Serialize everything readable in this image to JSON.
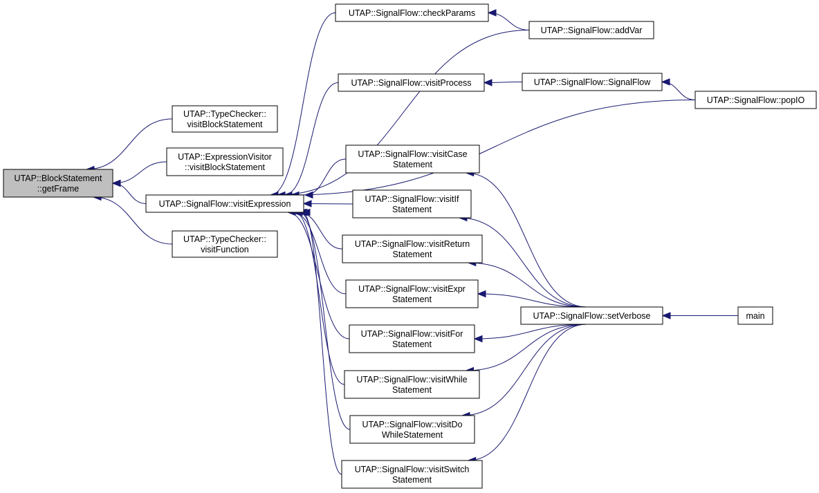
{
  "colors": {
    "edge": "#191970",
    "root_fill": "#bfbfbf",
    "node_fill": "#ffffff"
  },
  "nodes": {
    "getFrame": [
      "UTAP::BlockStatement",
      "::getFrame"
    ],
    "tcVisitBlock": [
      "UTAP::TypeChecker::",
      "visitBlockStatement"
    ],
    "evVisitBlock": [
      "UTAP::ExpressionVisitor",
      "::visitBlockStatement"
    ],
    "visitExpression": [
      "UTAP::SignalFlow::visitExpression"
    ],
    "tcVisitFunction": [
      "UTAP::TypeChecker::",
      "visitFunction"
    ],
    "checkParams": [
      "UTAP::SignalFlow::checkParams"
    ],
    "addVar": [
      "UTAP::SignalFlow::addVar"
    ],
    "visitProcess": [
      "UTAP::SignalFlow::visitProcess"
    ],
    "signalFlow": [
      "UTAP::SignalFlow::SignalFlow"
    ],
    "popIO": [
      "UTAP::SignalFlow::popIO"
    ],
    "visitCase": [
      "UTAP::SignalFlow::visitCase",
      "Statement"
    ],
    "visitIf": [
      "UTAP::SignalFlow::visitIf",
      "Statement"
    ],
    "visitReturn": [
      "UTAP::SignalFlow::visitReturn",
      "Statement"
    ],
    "visitExpr": [
      "UTAP::SignalFlow::visitExpr",
      "Statement"
    ],
    "visitFor": [
      "UTAP::SignalFlow::visitFor",
      "Statement"
    ],
    "visitWhile": [
      "UTAP::SignalFlow::visitWhile",
      "Statement"
    ],
    "visitDoWhile": [
      "UTAP::SignalFlow::visitDo",
      "WhileStatement"
    ],
    "visitSwitch": [
      "UTAP::SignalFlow::visitSwitch",
      "Statement"
    ],
    "setVerbose": [
      "UTAP::SignalFlow::setVerbose"
    ],
    "main": [
      "main"
    ]
  },
  "edges": [
    [
      "tcVisitBlock",
      "getFrame"
    ],
    [
      "evVisitBlock",
      "getFrame"
    ],
    [
      "visitExpression",
      "getFrame"
    ],
    [
      "tcVisitFunction",
      "getFrame"
    ],
    [
      "checkParams",
      "visitExpression"
    ],
    [
      "addVar",
      "visitExpression"
    ],
    [
      "visitProcess",
      "visitExpression"
    ],
    [
      "popIO",
      "visitExpression"
    ],
    [
      "visitCase",
      "visitExpression"
    ],
    [
      "visitIf",
      "visitExpression"
    ],
    [
      "visitReturn",
      "visitExpression"
    ],
    [
      "visitExpr",
      "visitExpression"
    ],
    [
      "visitFor",
      "visitExpression"
    ],
    [
      "visitWhile",
      "visitExpression"
    ],
    [
      "visitDoWhile",
      "visitExpression"
    ],
    [
      "visitSwitch",
      "visitExpression"
    ],
    [
      "addVar",
      "checkParams"
    ],
    [
      "signalFlow",
      "visitProcess"
    ],
    [
      "popIO",
      "signalFlow"
    ],
    [
      "setVerbose",
      "visitCase"
    ],
    [
      "setVerbose",
      "visitIf"
    ],
    [
      "setVerbose",
      "visitReturn"
    ],
    [
      "setVerbose",
      "visitExpr"
    ],
    [
      "setVerbose",
      "visitFor"
    ],
    [
      "setVerbose",
      "visitWhile"
    ],
    [
      "setVerbose",
      "visitDoWhile"
    ],
    [
      "setVerbose",
      "visitSwitch"
    ],
    [
      "main",
      "setVerbose"
    ]
  ]
}
